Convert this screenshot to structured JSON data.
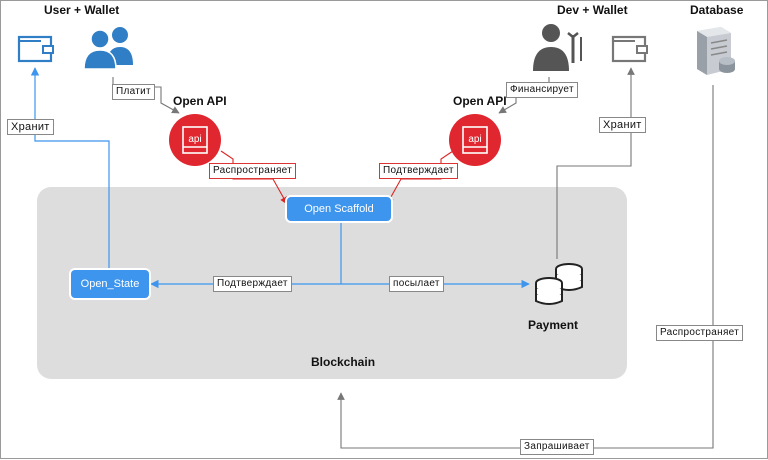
{
  "titles": {
    "user_wallet": "User + Wallet",
    "dev_wallet": "Dev + Wallet",
    "database": "Database",
    "open_api_left": "Open API",
    "open_api_right": "Open API",
    "payment": "Payment",
    "blockchain": "Blockchain"
  },
  "nodes": {
    "open_scaffold": "Open Scaffold",
    "open_state": "Open_State"
  },
  "api_icon_text": "api",
  "edge_labels": {
    "platit": "Платит",
    "finansiruet": "Финансирует",
    "hranit_left": "Хранит",
    "hranit_right": "Хранит",
    "rasprostranyaet_api": "Распространяет",
    "podtverzhdaet_api": "Подтверждает",
    "podtverzhdaet_state": "Подтверждает",
    "posylaet": "посылает",
    "rasprostranyaet_db": "Распространяет",
    "zaprashivaet": "Запрашивает"
  },
  "colors": {
    "node_blue": "#3d95ee",
    "api_red": "#e0262f",
    "icon_blue": "#2f7ec6",
    "blockchain_gray": "#dddddd"
  }
}
